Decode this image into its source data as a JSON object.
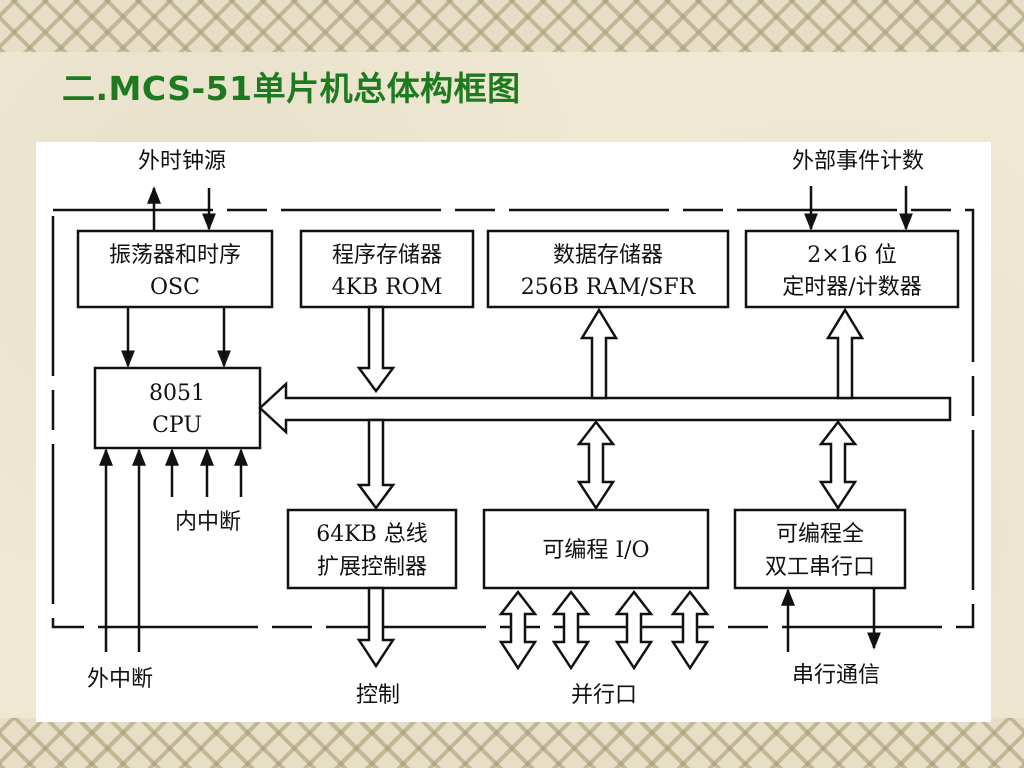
{
  "slide": {
    "title": "二.MCS-51单片机总体构框图"
  },
  "diagram": {
    "blocks": {
      "osc": {
        "line1": "振荡器和时序",
        "line2": "OSC"
      },
      "rom": {
        "line1": "程序存储器",
        "line2": "4KB ROM"
      },
      "ram": {
        "line1": "数据存储器",
        "line2": "256B RAM/SFR"
      },
      "timer": {
        "line1": "2×16 位",
        "line2": "定时器/计数器"
      },
      "cpu": {
        "line1": "8051",
        "line2": "CPU"
      },
      "bus_ctrl": {
        "line1": "64KB 总线",
        "line2": "扩展控制器"
      },
      "pio": {
        "line1": "可编程 I/O"
      },
      "serial": {
        "line1": "可编程全",
        "line2": "双工串行口"
      }
    },
    "labels": {
      "external_clock": "外时钟源",
      "external_event_count": "外部事件计数",
      "internal_interrupt": "内中断",
      "external_interrupt": "外中断",
      "control": "控制",
      "parallel_port": "并行口",
      "serial_comm": "串行通信"
    }
  }
}
